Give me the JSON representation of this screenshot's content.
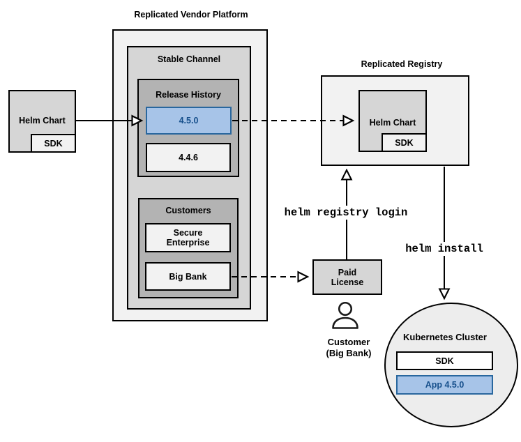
{
  "colors": {
    "box_light_gray": "#f2f2f2",
    "box_medium_gray": "#d6d6d6",
    "box_dark_gray": "#b3b3b3",
    "highlight_blue_fill": "#a7c4e8",
    "highlight_blue_border": "#29679e",
    "highlight_blue_text": "#17508c",
    "line_black": "#000000",
    "cluster_fill": "#ededed"
  },
  "platform": {
    "title": "Replicated Vendor Platform",
    "stable_channel": {
      "label": "Stable Channel"
    },
    "release_history": {
      "label": "Release History",
      "releases": [
        {
          "version": "4.5.0",
          "highlighted": true
        },
        {
          "version": "4.4.6",
          "highlighted": false
        }
      ]
    },
    "customers": {
      "label": "Customers",
      "items": [
        "Secure Enterprise",
        "Big Bank"
      ]
    }
  },
  "helm_chart_source": {
    "label": "Helm Chart",
    "sdk_label": "SDK"
  },
  "registry": {
    "title": "Replicated Registry",
    "helm_chart_label": "Helm Chart",
    "sdk_label": "SDK"
  },
  "paid_license": {
    "label": "Paid License"
  },
  "customer": {
    "line1": "Customer",
    "line2": "(Big Bank)"
  },
  "kubernetes": {
    "title": "Kubernetes Cluster",
    "sdk_label": "SDK",
    "app_label": "App 4.5.0"
  },
  "commands": {
    "registry_login": "helm registry login",
    "install": "helm install"
  }
}
